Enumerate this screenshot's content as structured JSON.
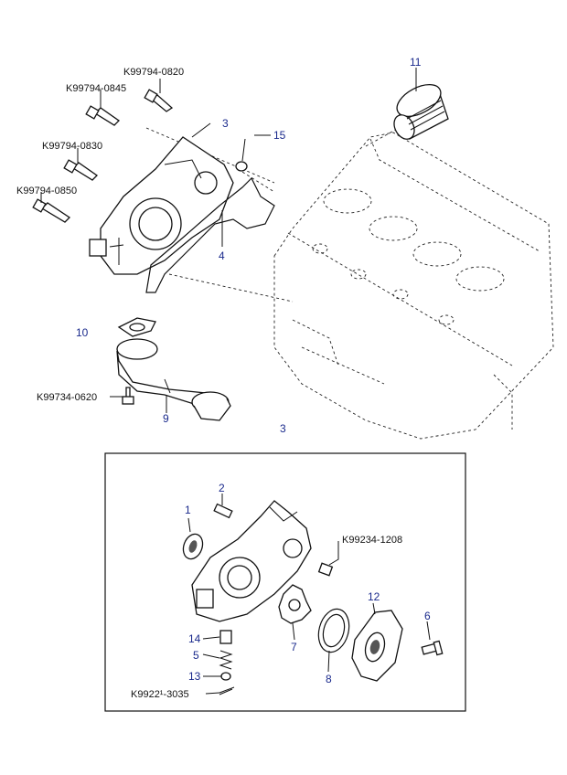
{
  "labels": {
    "p_k99794_0820": "K99794-0820",
    "p_k99794_0845": "K99794-0845",
    "p_k99794_0830": "K99794-0830",
    "p_k99794_0850": "K99794-0850",
    "p_k99734_0620": "K99734-0620",
    "p_k99234_1208": "K99234-1208",
    "p_k99221_3035": "K9922¹-3035",
    "n3_top": "3",
    "n15": "15",
    "n4": "4",
    "n11": "11",
    "n10": "10",
    "n9": "9",
    "n3_mid": "3",
    "n1": "1",
    "n2": "2",
    "n7": "7",
    "n8": "8",
    "n12": "12",
    "n6": "6",
    "n14": "14",
    "n5": "5",
    "n13": "13"
  },
  "colors": {
    "callout_number": "#1a2a8c",
    "line": "#111111"
  }
}
